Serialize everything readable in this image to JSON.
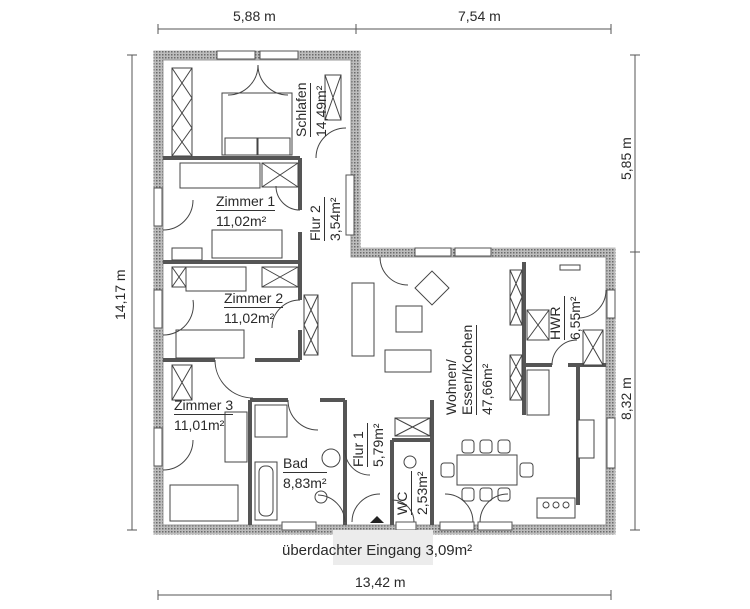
{
  "dimensions": {
    "top_left": "5,88 m",
    "top_right": "7,54 m",
    "bottom": "13,42 m",
    "left": "14,17 m",
    "right_top": "5,85 m",
    "right_bottom": "8,32 m"
  },
  "rooms": [
    {
      "name": "Schlafen",
      "area": "14,49m²"
    },
    {
      "name": "Zimmer 1",
      "area": "11,02m²"
    },
    {
      "name": "Flur 2",
      "area": "3,54m²"
    },
    {
      "name": "Zimmer 2",
      "area": "11,02m²"
    },
    {
      "name": "Zimmer 3",
      "area": "11,01m²"
    },
    {
      "name": "Bad",
      "area": "8,83m²"
    },
    {
      "name": "Flur 1",
      "area": "5,79m²"
    },
    {
      "name": "WC",
      "area": "2,53m²"
    },
    {
      "name": "Wohnen/\nEssen/Kochen",
      "line1": "Wohnen/",
      "line2": "Essen/Kochen",
      "area": "47,66m²"
    },
    {
      "name": "HWR",
      "area": "6,55m²"
    }
  ],
  "entrance": {
    "label": "überdachter Eingang 3,09m²"
  },
  "colors": {
    "wall_fill": "#c8c8c8",
    "wall_stroke": "#555555",
    "line": "#444444",
    "entrance_bg": "#ececec"
  }
}
